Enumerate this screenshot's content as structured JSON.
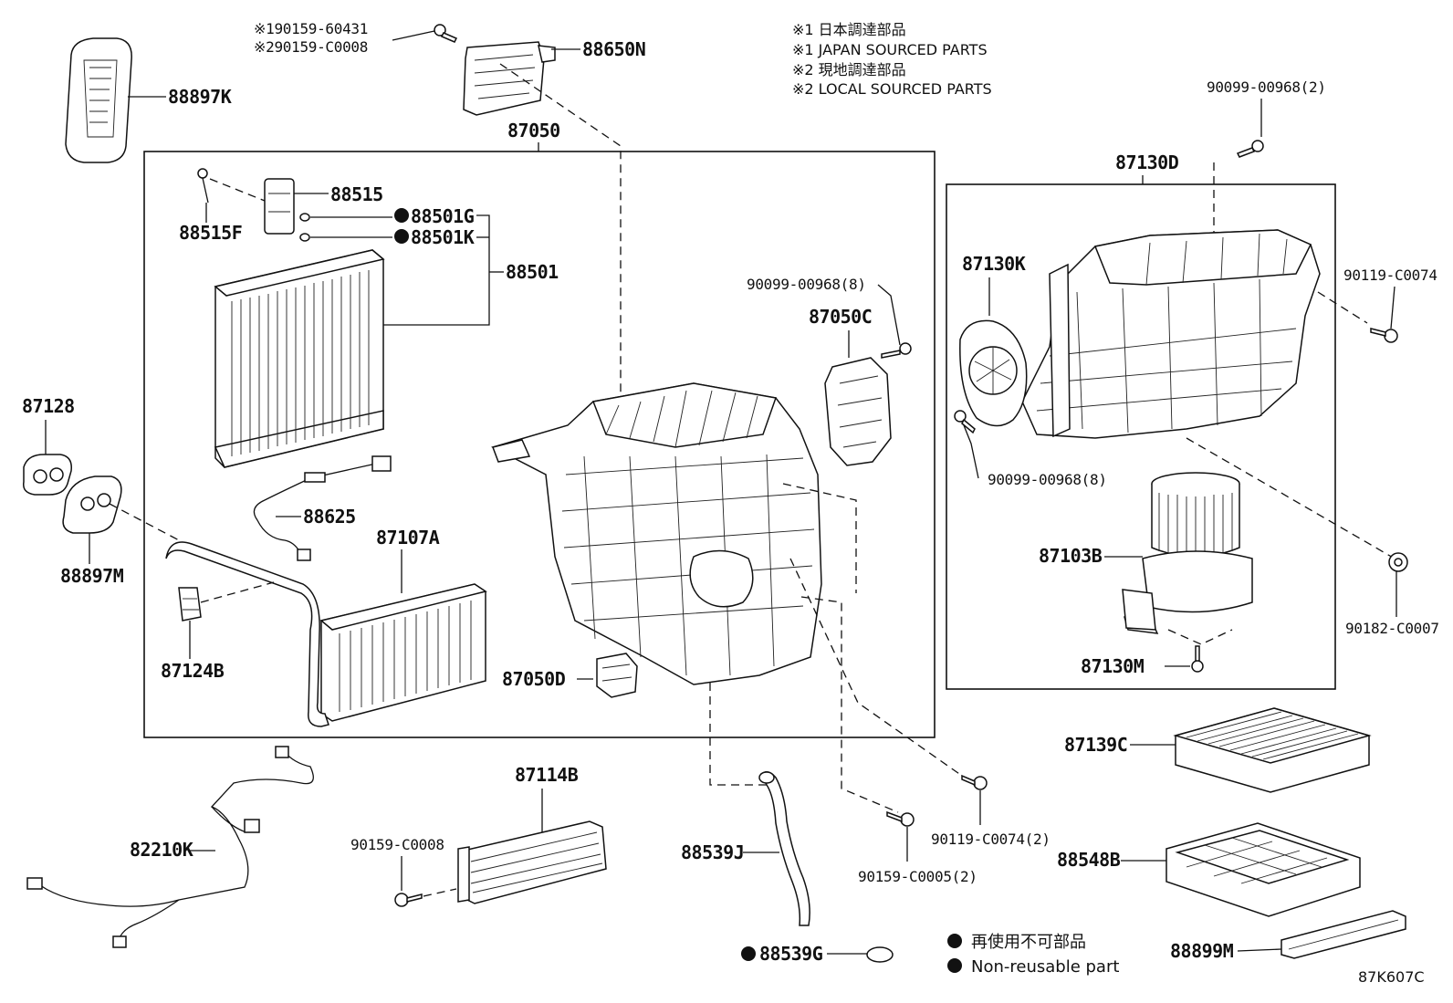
{
  "notes": {
    "n1_jp": "※1 日本調達部品",
    "n1_en": "※1 JAPAN SOURCED PARTS",
    "n2_jp": "※2 現地調達部品",
    "n2_en": "※2 LOCAL SOURCED PARTS"
  },
  "legend": {
    "jp": "再使用不可部品",
    "en": "Non-reusable part"
  },
  "diagram_code": "87K607C",
  "labels": {
    "p88897K": "88897K",
    "p90159_60431": "※190159-60431",
    "p90159_C0008_top": "※290159-C0008",
    "p88650N": "88650N",
    "p87050": "87050",
    "p88515": "88515",
    "p88515F": "88515F",
    "p88501G": "88501G",
    "p88501K": "88501K",
    "p88501": "88501",
    "p87128": "87128",
    "p88897M": "88897M",
    "p88625": "88625",
    "p87107A": "87107A",
    "p87124B": "87124B",
    "p90099_00968_8a": "90099-00968(8)",
    "p87050C": "87050C",
    "p87050D": "87050D",
    "p90099_00968_2": "90099-00968(2)",
    "p87130D": "87130D",
    "p87130K": "87130K",
    "p90119_C0074": "90119-C0074",
    "p90099_00968_8b": "90099-00968(8)",
    "p87103B": "87103B",
    "p90182_C0007": "90182-C0007",
    "p87130M": "87130M",
    "p87139C": "87139C",
    "p88548B": "88548B",
    "p88899M": "88899M",
    "p87114B": "87114B",
    "p90159_C0008": "90159-C0008",
    "p82210K": "82210K",
    "p88539J": "88539J",
    "p88539G": "88539G",
    "p90119_C0074_2": "90119-C0074(2)",
    "p90159_C0005_2": "90159-C0005(2)"
  }
}
